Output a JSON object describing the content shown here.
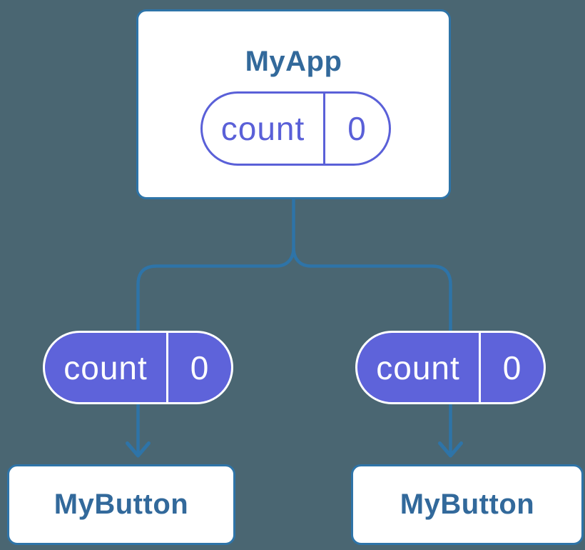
{
  "colors": {
    "bg": "#4a6672",
    "line": "#2e74a8",
    "heading": "#32699b",
    "indigo": "#5a60d8",
    "indigo-fill": "#5e63da"
  },
  "diagram": {
    "description": "Component tree: MyApp holds state count=0 and passes count prop to two MyButton children",
    "root": {
      "title": "MyApp",
      "badge": {
        "label": "count",
        "value": "0"
      }
    },
    "children": [
      {
        "title": "MyButton",
        "badge": {
          "label": "count",
          "value": "0"
        }
      },
      {
        "title": "MyButton",
        "badge": {
          "label": "count",
          "value": "0"
        }
      }
    ]
  }
}
